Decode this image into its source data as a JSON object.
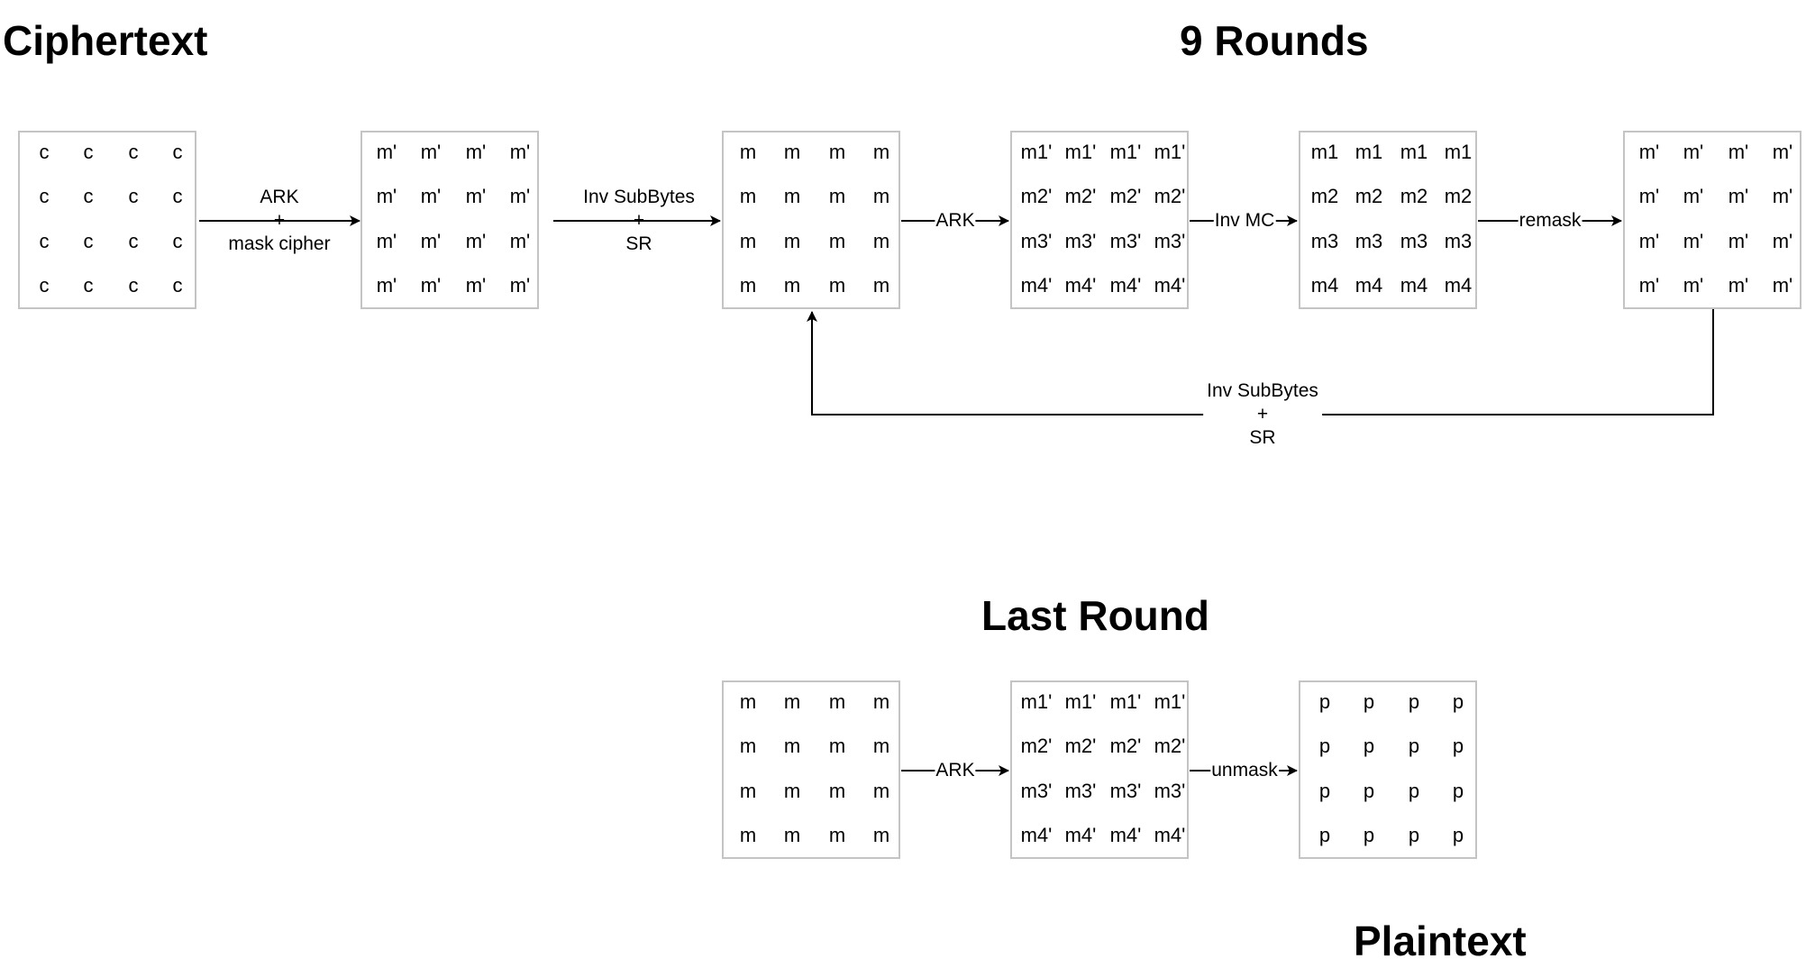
{
  "headings": {
    "ciphertext": "Ciphertext",
    "nine_rounds": "9 Rounds",
    "last_round": "Last Round",
    "plaintext": "Plaintext"
  },
  "matrices": {
    "cipher": [
      [
        "c",
        "c",
        "c",
        "c"
      ],
      [
        "c",
        "c",
        "c",
        "c"
      ],
      [
        "c",
        "c",
        "c",
        "c"
      ],
      [
        "c",
        "c",
        "c",
        "c"
      ]
    ],
    "masked_a": [
      [
        "m'",
        "m'",
        "m'",
        "m'"
      ],
      [
        "m'",
        "m'",
        "m'",
        "m'"
      ],
      [
        "m'",
        "m'",
        "m'",
        "m'"
      ],
      [
        "m'",
        "m'",
        "m'",
        "m'"
      ]
    ],
    "round_m": [
      [
        "m",
        "m",
        "m",
        "m"
      ],
      [
        "m",
        "m",
        "m",
        "m"
      ],
      [
        "m",
        "m",
        "m",
        "m"
      ],
      [
        "m",
        "m",
        "m",
        "m"
      ]
    ],
    "round_row_masked": [
      [
        "m1'",
        "m1'",
        "m1'",
        "m1'"
      ],
      [
        "m2'",
        "m2'",
        "m2'",
        "m2'"
      ],
      [
        "m3'",
        "m3'",
        "m3'",
        "m3'"
      ],
      [
        "m4'",
        "m4'",
        "m4'",
        "m4'"
      ]
    ],
    "round_row": [
      [
        "m1",
        "m1",
        "m1",
        "m1"
      ],
      [
        "m2",
        "m2",
        "m2",
        "m2"
      ],
      [
        "m3",
        "m3",
        "m3",
        "m3"
      ],
      [
        "m4",
        "m4",
        "m4",
        "m4"
      ]
    ],
    "remasked": [
      [
        "m'",
        "m'",
        "m'",
        "m'"
      ],
      [
        "m'",
        "m'",
        "m'",
        "m'"
      ],
      [
        "m'",
        "m'",
        "m'",
        "m'"
      ],
      [
        "m'",
        "m'",
        "m'",
        "m'"
      ]
    ],
    "last_m": [
      [
        "m",
        "m",
        "m",
        "m"
      ],
      [
        "m",
        "m",
        "m",
        "m"
      ],
      [
        "m",
        "m",
        "m",
        "m"
      ],
      [
        "m",
        "m",
        "m",
        "m"
      ]
    ],
    "last_row_masked": [
      [
        "m1'",
        "m1'",
        "m1'",
        "m1'"
      ],
      [
        "m2'",
        "m2'",
        "m2'",
        "m2'"
      ],
      [
        "m3'",
        "m3'",
        "m3'",
        "m3'"
      ],
      [
        "m4'",
        "m4'",
        "m4'",
        "m4'"
      ]
    ],
    "plain": [
      [
        "p",
        "p",
        "p",
        "p"
      ],
      [
        "p",
        "p",
        "p",
        "p"
      ],
      [
        "p",
        "p",
        "p",
        "p"
      ],
      [
        "p",
        "p",
        "p",
        "p"
      ]
    ]
  },
  "labels": {
    "ark_mask": [
      "ARK",
      "+",
      "mask cipher"
    ],
    "inv_subbytes_sr": [
      "Inv SubBytes",
      "+",
      "SR"
    ],
    "ark": "ARK",
    "inv_mc": "Inv MC",
    "remask": "remask",
    "loop": [
      "Inv SubBytes",
      "+",
      "SR"
    ],
    "last_ark": "ARK",
    "unmask": "unmask"
  }
}
